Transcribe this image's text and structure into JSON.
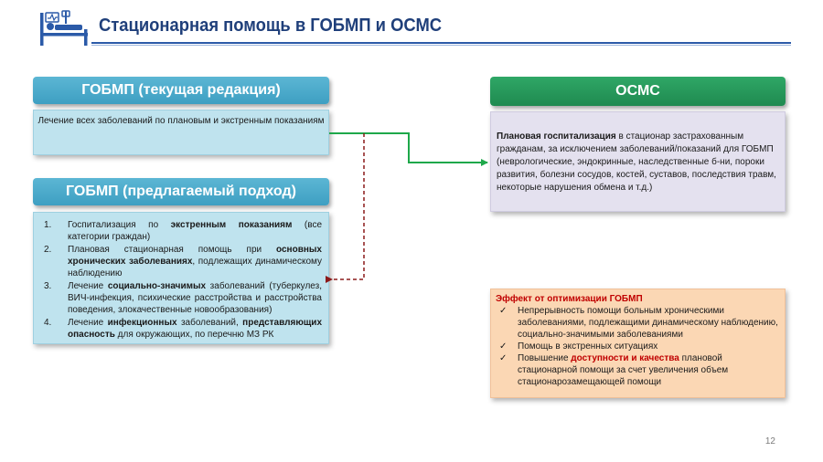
{
  "header": {
    "title": "Стационарная помощь в ГОБМП и ОСМС",
    "icon": "hospital-bed-icon"
  },
  "gobmp_current": {
    "heading": "ГОБМП (текущая редакция)",
    "text": "Лечение всех заболеваний по плановым и экстренным показаниям"
  },
  "gobmp_proposed": {
    "heading": "ГОБМП (предлагаемый подход)",
    "items": [
      {
        "num": "1.",
        "pre": "Госпитализация по ",
        "bold": "экстренным показаниям",
        "post": " (все категории граждан)"
      },
      {
        "num": "2.",
        "pre": "Плановая стационарная помощь при ",
        "bold": "основных хронических заболеваниях",
        "post": ", подлежащих динамическому наблюдению"
      },
      {
        "num": "3.",
        "pre": "Лечение ",
        "bold": "социально-значимых",
        "post": " заболеваний (туберкулез, ВИЧ-инфекция, психические расстройства и расстройства поведения, злокачественные новообразования)"
      },
      {
        "num": "4.",
        "pre": "Лечение ",
        "bold": "инфекционных",
        "mid": " заболеваний, ",
        "bold2": "представляющих опасность",
        "post": " для окружающих, по перечню МЗ РК"
      }
    ]
  },
  "osms": {
    "heading": "ОСМС",
    "bold": "Плановая госпитализация",
    "text": " в стационар застрахованным гражданам, за исключением заболеваний/показаний для ГОБМП (неврологические, эндокринные, наследственные б-ни, пороки развития, болезни сосудов, костей, суставов, последствия травм, некоторые нарушения обмена и т.д.)"
  },
  "effect": {
    "title": "Эффект от оптимизации ГОБМП",
    "items": [
      {
        "text": "Непрерывность помощи больным хроническими заболеваниями, подлежащими динамическому наблюдению, социально-значимыми заболеваниями"
      },
      {
        "text": "Помощь в экстренных ситуациях"
      },
      {
        "pre": "Повышение ",
        "red": "доступности и качества",
        "post": " плановой стационарной помощи за счет увеличения объем стационарозамещающей помощи"
      }
    ]
  },
  "page_number": "12",
  "colors": {
    "title": "#1f3f7a",
    "blue_header": "#4aa9c9",
    "green_header": "#23965a",
    "green_arrow": "#1ea84a",
    "dashed_arrow": "#8b1a1a",
    "effect_title": "#c00000"
  }
}
